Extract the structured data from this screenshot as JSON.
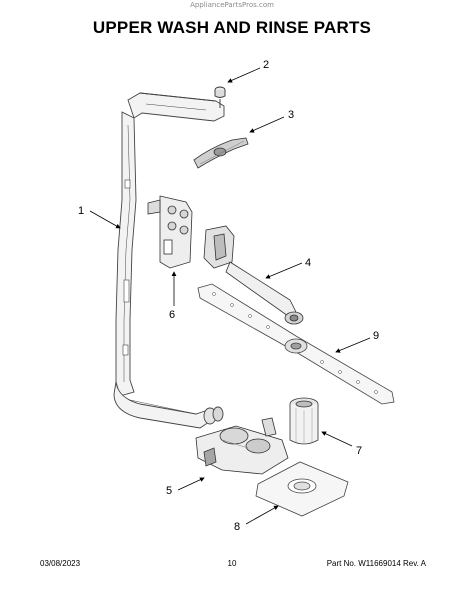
{
  "watermark": "AppliancePartsPros.com",
  "title": "UPPER WASH AND RINSE PARTS",
  "callouts": [
    {
      "num": "1"
    },
    {
      "num": "2"
    },
    {
      "num": "3"
    },
    {
      "num": "4"
    },
    {
      "num": "5"
    },
    {
      "num": "6"
    },
    {
      "num": "7"
    },
    {
      "num": "8"
    },
    {
      "num": "9"
    }
  ],
  "footer": {
    "date": "03/08/2023",
    "page": "10",
    "part": "Part No. W11669014  Rev. A"
  }
}
